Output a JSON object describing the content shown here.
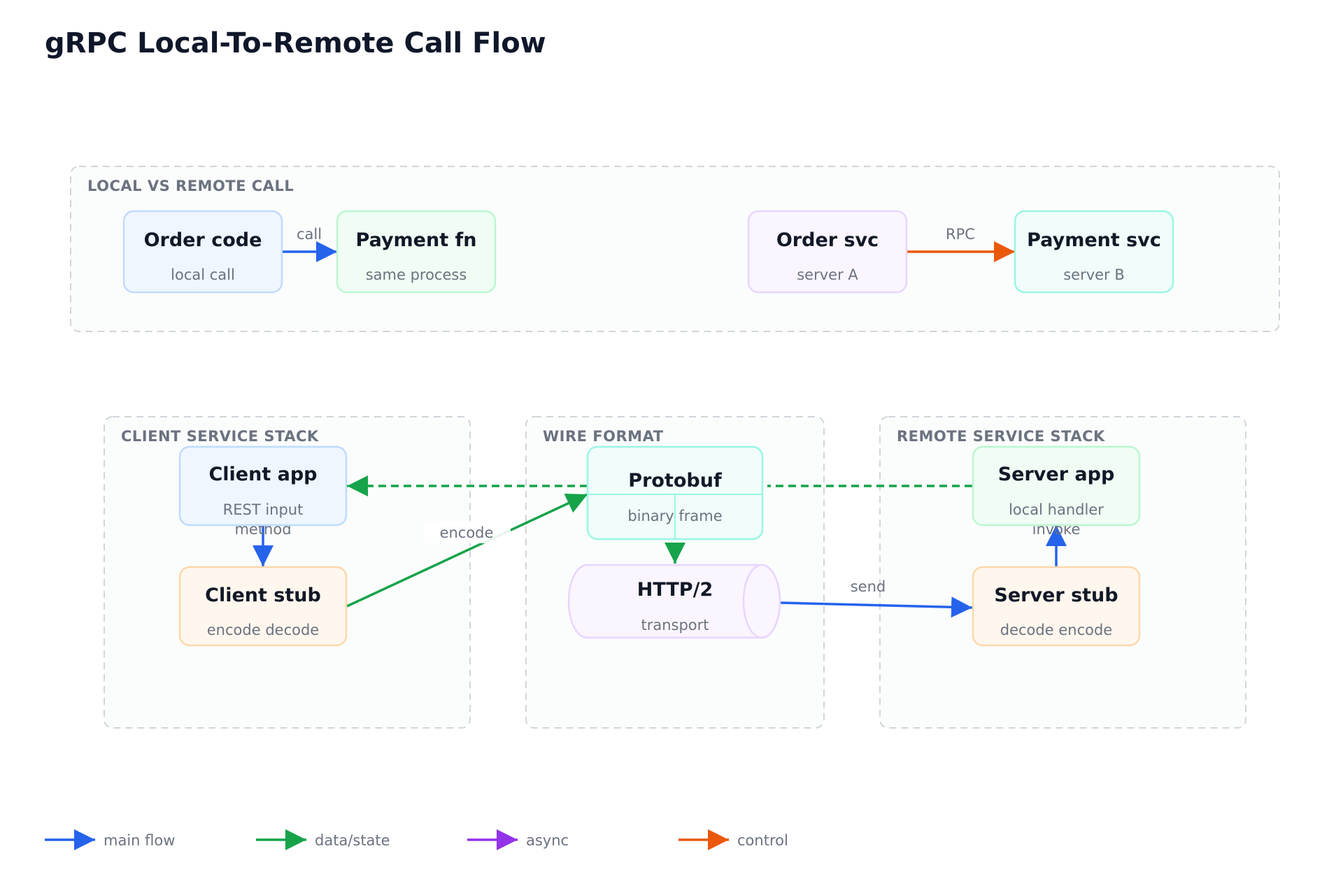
{
  "title": "gRPC Local-To-Remote Call Flow",
  "groups": {
    "local_vs_remote": "LOCAL VS REMOTE CALL",
    "client_stack": "CLIENT SERVICE STACK",
    "wire_format": "WIRE FORMAT",
    "remote_stack": "REMOTE SERVICE STACK"
  },
  "nodes": {
    "order_code": {
      "title": "Order code",
      "sub": "local call"
    },
    "payment_fn": {
      "title": "Payment fn",
      "sub": "same process"
    },
    "order_svc": {
      "title": "Order svc",
      "sub": "server A"
    },
    "payment_svc": {
      "title": "Payment svc",
      "sub": "server B"
    },
    "client_app": {
      "title": "Client app",
      "sub": "REST input"
    },
    "client_stub": {
      "title": "Client stub",
      "sub": "encode decode"
    },
    "protobuf": {
      "title": "Protobuf",
      "sub": "binary frame"
    },
    "http2": {
      "title": "HTTP/2",
      "sub": "transport"
    },
    "server_app": {
      "title": "Server app",
      "sub": "local handler"
    },
    "server_stub": {
      "title": "Server stub",
      "sub": "decode encode"
    }
  },
  "edges": {
    "call": "call",
    "rpc": "RPC",
    "method": "method",
    "encode": "encode",
    "send": "send",
    "invoke": "invoke"
  },
  "legend": [
    {
      "label": "main flow",
      "color": "#2563eb"
    },
    {
      "label": "data/state",
      "color": "#16a34a"
    },
    {
      "label": "async",
      "color": "#9333ea"
    },
    {
      "label": "control",
      "color": "#ea580c"
    }
  ]
}
